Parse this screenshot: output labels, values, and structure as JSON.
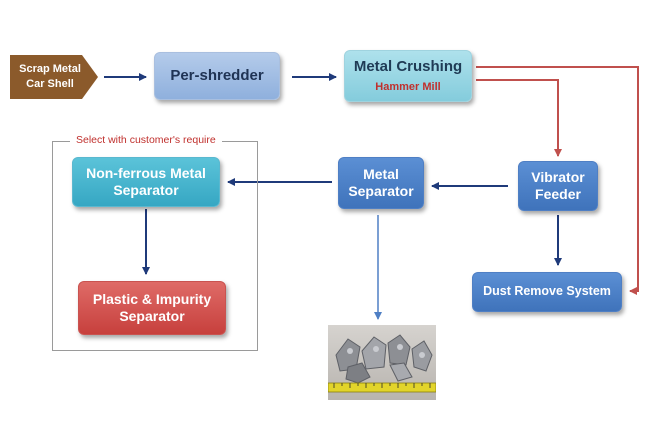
{
  "diagram": {
    "input": {
      "line1": "Scrap Metal",
      "line2": "Car Shell"
    },
    "pre_shredder": {
      "label": "Per-shredder"
    },
    "metal_crushing": {
      "label": "Metal Crushing",
      "sublabel": "Hammer Mill"
    },
    "vibrator_feeder": {
      "line1": "Vibrator",
      "line2": "Feeder"
    },
    "metal_separator": {
      "line1": "Metal",
      "line2": "Separator"
    },
    "nonferrous_separator": {
      "line1": "Non-ferrous Metal",
      "line2": "Separator"
    },
    "plastic_separator": {
      "line1": "Plastic & Impurity",
      "line2": "Separator"
    },
    "dust_remove": {
      "label": "Dust Remove System"
    },
    "select_group": {
      "label": "Select with customer's require"
    }
  },
  "colors": {
    "blue_arrow": "#1f3a7a",
    "red_arrow": "#c0504d",
    "input_brown": "#8b5a2b"
  }
}
